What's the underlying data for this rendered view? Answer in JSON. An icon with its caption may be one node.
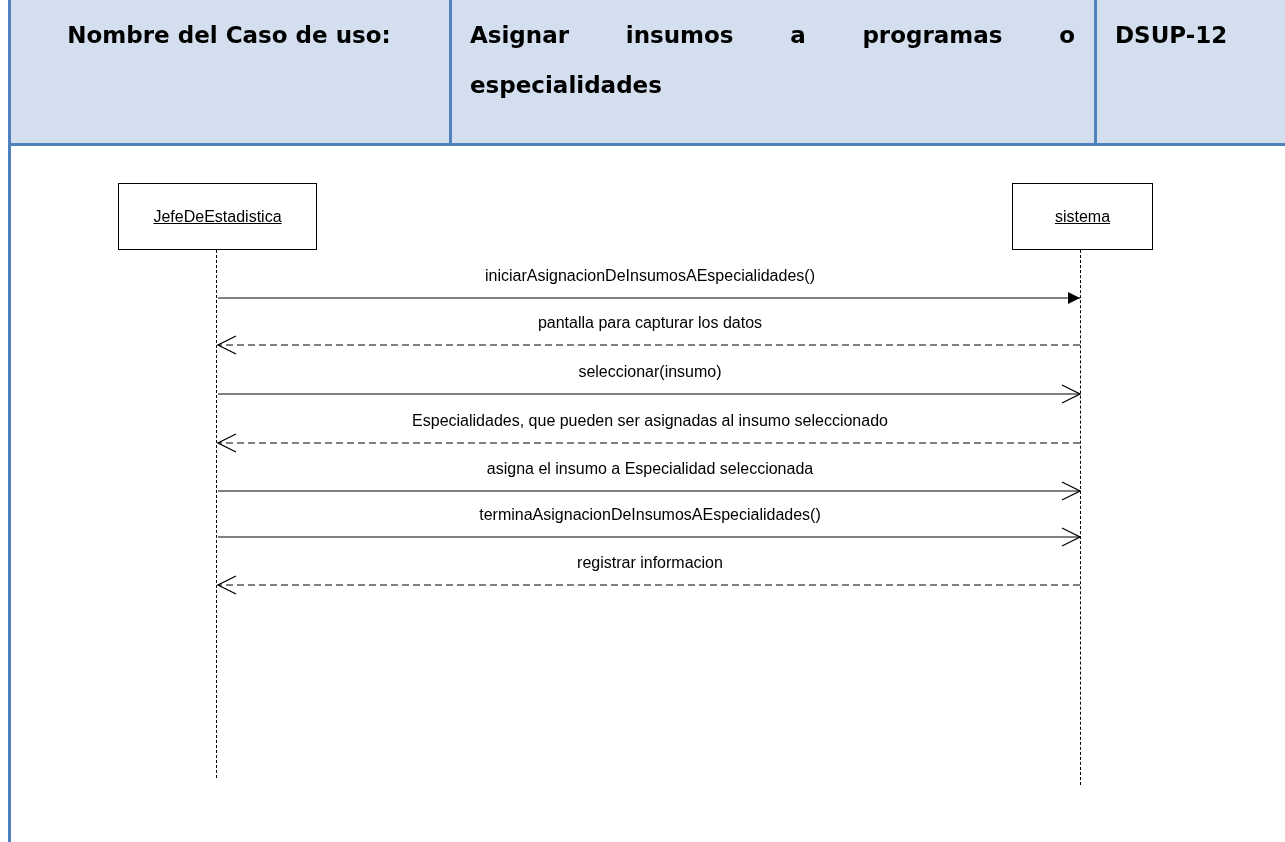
{
  "diagram": {
    "nodes": [
      {
        "text": [
          "JefeDeEstadistica"
        ]
      },
      {
        "text": [
          "sistema"
        ]
      },
      {
        "text": [],
        "shape": "line"
      },
      {
        "text": [],
        "shape": "line"
      }
    ],
    "edges": [
      {
        "from": 2,
        "to": 3,
        "arrow": "to",
        "label": "iniciarAsignacionDeInsumosAEspecialidades()"
      },
      {
        "from": 3,
        "to": 2,
        "arrow": "to",
        "style": "dashed",
        "label": "pantalla para capturar los datos"
      },
      {
        "from": 2,
        "to": 3,
        "arrow": "to",
        "label": "seleccionar(insumo)"
      },
      {
        "from": 3,
        "to": 2,
        "arrow": "to",
        "style": "dashed",
        "label": "Especialidades, que pueden ser asignadas al insumo seleccionado"
      },
      {
        "from": 2,
        "to": 3,
        "arrow": "to",
        "label": "asigna el insumo a Especialidad seleccionada"
      },
      {
        "from": 2,
        "to": 3,
        "arrow": "to",
        "label": "terminaAsignacionDeInsumosAEspecialidades()"
      },
      {
        "from": 3,
        "to": 2,
        "arrow": "to",
        "style": "dashed",
        "label": "registrar informacion"
      }
    ],
    "labels": [
      "Nombre del Caso de uso:",
      "Asignar insumos a programas o especialidades",
      "DSUP-12"
    ]
  }
}
